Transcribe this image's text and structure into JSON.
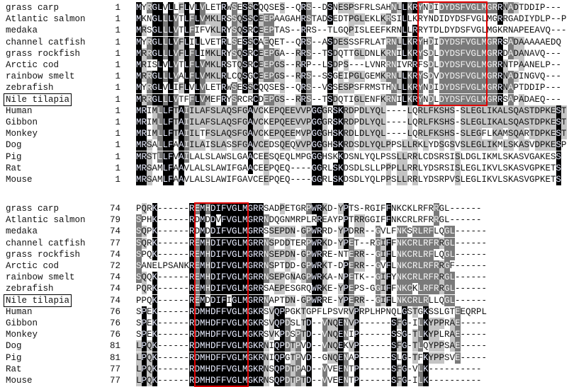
{
  "alignment": {
    "species": [
      "grass carp",
      "Atlantic salmon",
      "medaka",
      "channel catfish",
      "grass rockfish",
      "Arctic cod",
      "rainbow smelt",
      "zebrafish",
      "Nile tilapia",
      "Human",
      "Gibbon",
      "Monkey",
      "Dog",
      "Pig",
      "Rat",
      "Mouse"
    ],
    "highlighted_species": "Nile tilapia",
    "fish_group_size": 9,
    "blocks": [
      {
        "start_positions": [
          "1",
          "1",
          "1",
          "1",
          "1",
          "1",
          "1",
          "1",
          "1",
          "1",
          "1",
          "1",
          "1",
          "1",
          "1",
          "1"
        ],
        "sequences": [
          "MYRGLVLLFLVLVLETRWSESSCQQSES--QRS--DSNESPSFRLSAHNLLKRYNDIDYDSFVGLMGRRNADTDDIP---",
          "MKNGLLLVTLFLVMKLRSSQSSCEEPAAGAHRSTADSEDTPGLEKLKRSILLKRYNDIDYDSFVGLMGRRGADIYDLP--P",
          "MRSGLLLVTLFIFVKLRYSQSRCEEPTAS--RRS--TLGQPISLEEFKRNLLRRYTDLDYDSFVGLMGKRNAPEEAVQ---",
          "MYRGLLLVFLILLVETRLSESSCAEQET--QRS--ASDESSSFRLATRNLLKRYHDIDYDSFVGLMGRRSADAAAAAEDQ",
          "MRRGLLLVFLFLIMKLRYSQSRCEEPGA--RRS--TSDQTTGLDNLKRNILKRYSDLDYDSFVGLMGRRDADANAVQ---",
          "MRISLVLVTLFLVMKLRSTQSRCEEPGS--RRP--LSDPS---LVNRRNIVRRFSDLDYDSFVGLMGRRNTPAANELP--",
          "MRRGLLLVALFLVMKLRLCQSGCEEPGS--RRS--SSGEIPGLGEMKRNLLKRYSDVDYDSFVGLMGRRNADINGVQ---",
          "MYRGLVLIFLVLVLETRWSESSCQQSES--QRS--VSSESPSFRMSTHNLLKRYNDIDYDSFVGLMGRRNAPTDDIP---",
          "MRRGLLLVTFFLVMEFRYSRCRCDEPGS--RRS--TSDQTIGLENFKRNILKRYNDLDYDSFVGLMGRRSAPADAEQ---",
          "MRIMLLFTAIILAFSLAQSFGAVCKEPQEEVVPGGGRSKRDPDLYQL----LQRLFKSHS-SLEGLIKALSQASTDPKEST",
          "MRIMLLFTAIILAFSLAQSFGAVCKEPQEEVVPGGGRSKRDPDLYQL----LQRLFKSHS-SLEGLIKALSQASTDPKEST",
          "MRIMLLFTAIILTFSLAQSFGAVCKEPQEEMVPGGGHSKRDLDLYQL----LQRLFKSHS-SLEGFLKAMSQARTDPKEST",
          "MRSALLFAAIILAISLASSFGAVCEDSQEQVVPGGGHSKRDSDLYQLPPSLLRKLYDSGSVSLEGLIKMLSKASVDPKESP",
          "MRSTLLFVAILALSLAWSLGAACEESQEQLMPGGGHSKKDSNLYQLPSSLLRRLCDSRSISLDGLIKMLSKASVGAKESS",
          "MRSAMLFAAVLALSLAWIFGAACEEPQEQ----GGRLSKDSDLSLLPPPLLRRLYDSRSISLEGLIKVLSKASVGPKETS",
          "MRSAMLFAAVLALSLAWIFGAVCEEPQEQ----GGRLSKDSDLYQLPPSLLRRLYDSRPVSLEGLIKVLSKASVGPKETS"
        ],
        "boxed_columns": [
          54,
          66
        ],
        "boxed_rows": [
          1,
          9
        ]
      },
      {
        "start_positions": [
          "74",
          "79",
          "74",
          "77",
          "74",
          "72",
          "74",
          "74",
          "74",
          "76",
          "76",
          "76",
          "81",
          "81",
          "77",
          "77"
        ],
        "sequences": [
          "PQRK------REMHDIFVGLMGRRSADPETGRPWRKD-YPTS-RGIFFNKCKLRFRRGL------",
          "SPHK------RDMDDVFVGLMGRRNDQGNMRPLRREAYPPTRRGGIFFNKCRLRFRRGL------",
          "SQPK------RDMDDIFVGLMGRRSSEPDN-GPWRRD-YPDRR--GVLFNKSRLRFLQGL------",
          "SQRK------REMHDIFVGLMGRRNSPDDTERPWRKD-YPET--RGIFFNKCRLRFRRGL------",
          "SPQK------REMHDIFVGLMGRRNSEPDN-GPWRRE-NTERR--GIFLNKCRLRFLQGL------",
          "SANELPSANKREMHDIFVGLMGRRNSPTDD-GPWRKT-DPERR--GVFLNKCRLRFRRGF------",
          "SQQK------REMHDIFVGLMGRRNSEPGNAGPWRKA-NPETK--GIFYNKCRLRFRRGL------",
          "PQRK------REMHDIFVGLMGRRSAEPESGRQWRKE-YPEPS-GGIFFNKCKLRFRRGL------",
          "PPQK------REMDDIFIGLMGRRNAPTDN-GPWRRE-YPERR--GIFLNKCRLRLLQGL------",
          "SPEK------RDMHDFFVGLMGKRSVQPPGKTGPFLPSVRVPRPLHPNQLGSTGKSSLGTEEQRPL",
          "SPEK------RDMHDFFVGLMGKRSVQPDSLTD--VNQENVP------SFG-ILKYPPRAE-----",
          "SPEK------RDMHDFFVGLMGKRSVKPDSPTD--VNQENIP------SSG-TLKYPLRAE-----",
          "LPQK------RDMHDFFVGLMGKRNIQPDTPVD--VNQEKVP------SFG-TLQYPPSAE-----",
          "LPQK------RDMHDFFVGLMGKRNIQPGTPVD--GNQENAP------SLG-TFKYPPSVE-----",
          "LPQK------RDMHDFFVGLMGKRNSQPDTPAD--VVEENTP------SFG-VLK----------",
          "LPQK------RDMHDFFVGLMGKRNSQPDTPTD--VVEENTP------SFG-ILK----------"
        ],
        "boxed_columns": [
          12,
          21
        ],
        "boxed_rows": [
          1,
          16
        ]
      }
    ],
    "colors": {
      "identical": "#000000",
      "similar": "#7a7a7a",
      "weak": "#c4c4c4",
      "box": "#e00000"
    }
  }
}
